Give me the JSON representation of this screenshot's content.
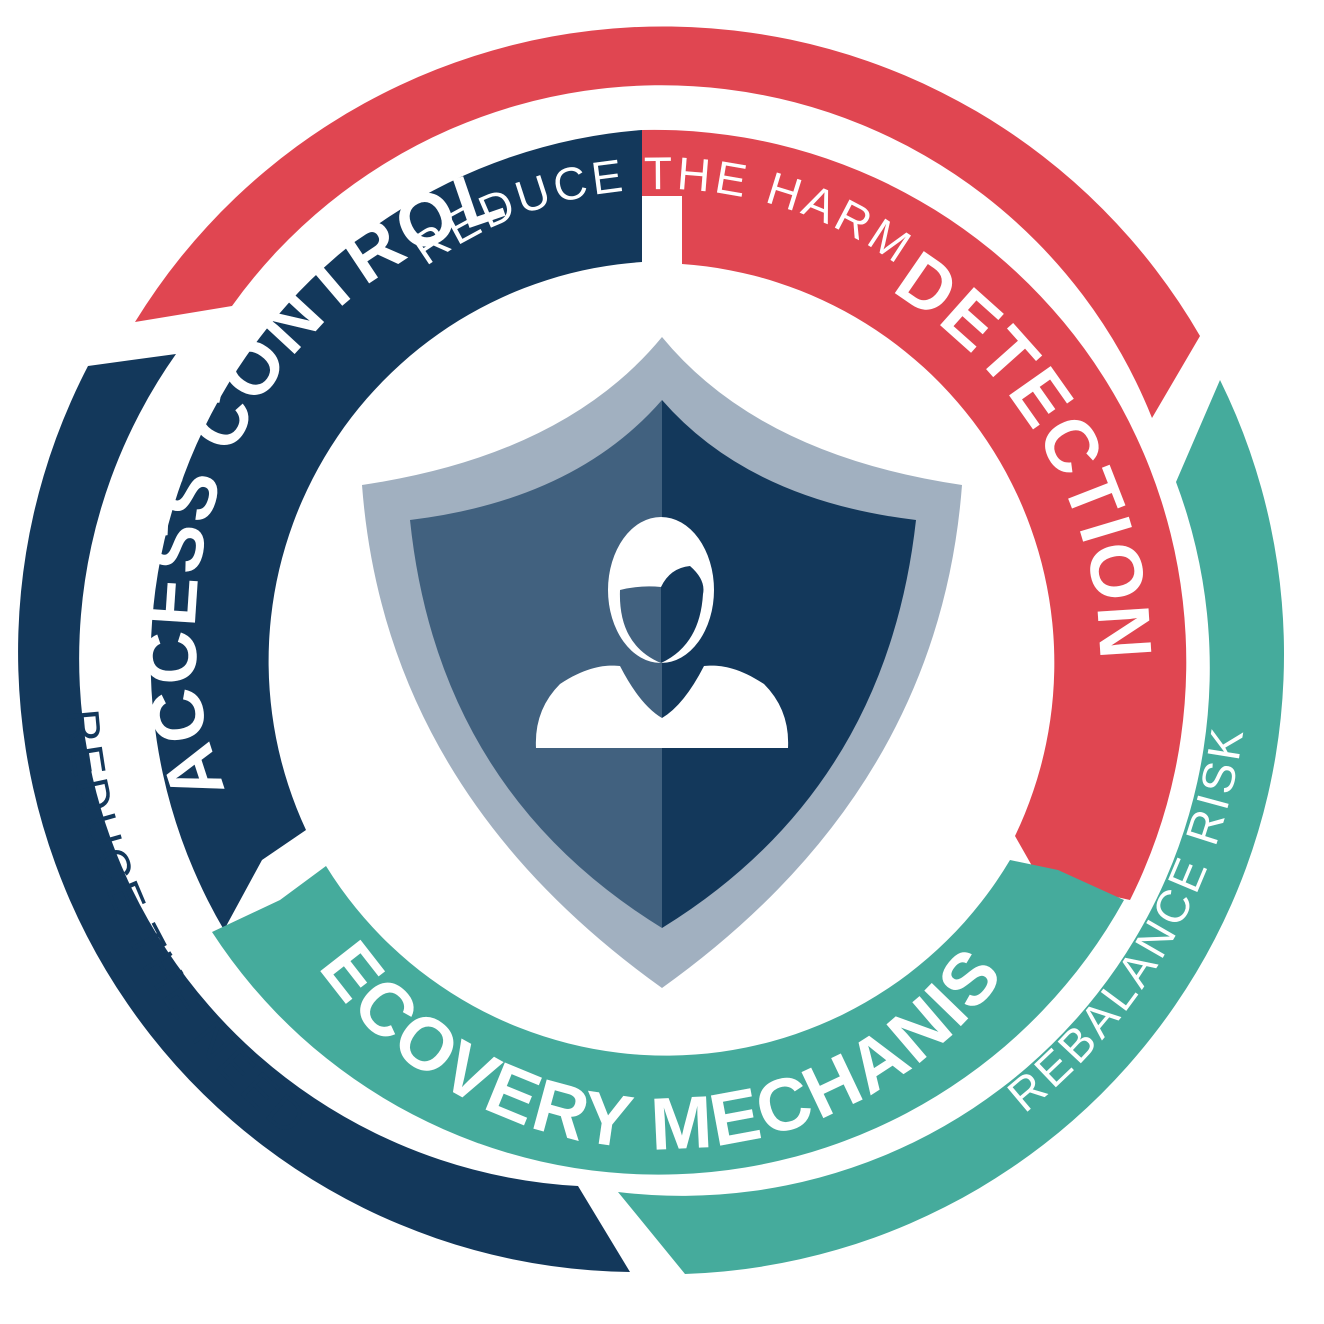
{
  "colors": {
    "navy": "#13385b",
    "red": "#e04651",
    "teal": "#45ab9c",
    "shield_rim": "#a1b0c0",
    "shield_left": "#41617f",
    "shield_right": "#13385b",
    "background": "#ffffff"
  },
  "outer_ring": {
    "top_label": "REDUCE THE HARM",
    "left_label": "REDUCE THE NEED",
    "right_label": "REBALANCE RISK"
  },
  "inner_ring": {
    "access_control": "ACCESS CONTROL",
    "detection": "DETECTION",
    "recovery": "RECOVERY MECHANISM"
  },
  "center": {
    "shield_icon": "shield-icon",
    "user_icon": "user-icon"
  }
}
